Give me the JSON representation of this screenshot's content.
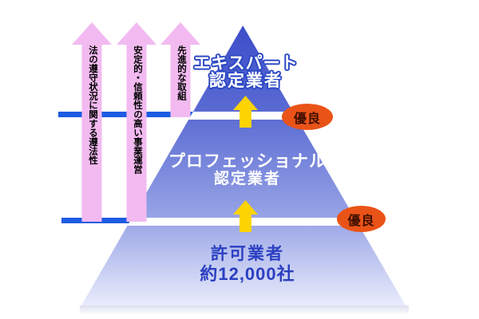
{
  "pyramid": {
    "tiers": [
      {
        "name": "expert",
        "line1": "エキスパート",
        "line2": "認定業者"
      },
      {
        "name": "professional",
        "line1": "プロフェッショナル",
        "line2": "認定業者"
      },
      {
        "name": "permitted",
        "line1": "許可業者",
        "line2": "約12,000社"
      }
    ]
  },
  "side_arrows": [
    {
      "text": "法の遵守状況に関する遵法性"
    },
    {
      "text": "安定的・信頼性の高い事業運営"
    },
    {
      "text": "先進的な取組"
    }
  ],
  "badges": [
    {
      "label": "優良"
    },
    {
      "label": "優良"
    }
  ],
  "colors": {
    "pyramid_top": "#3c4dc9",
    "pyramid_upper_mid": "#5c6cd3",
    "pyramid_lower_mid": "#9aa6e6",
    "pyramid_bottom": "#e9ecfb",
    "tier_divider": "#ffffff",
    "side_arrow_fill": "#f2baf0",
    "threshold_line": "#1d5ce2",
    "up_arrow_fill": "#fcd303",
    "badge_fill": "#ea5317",
    "badge_text": "#401000",
    "expert_text_outline": "#2d49c4",
    "permitted_text": "#2b3fc1"
  }
}
